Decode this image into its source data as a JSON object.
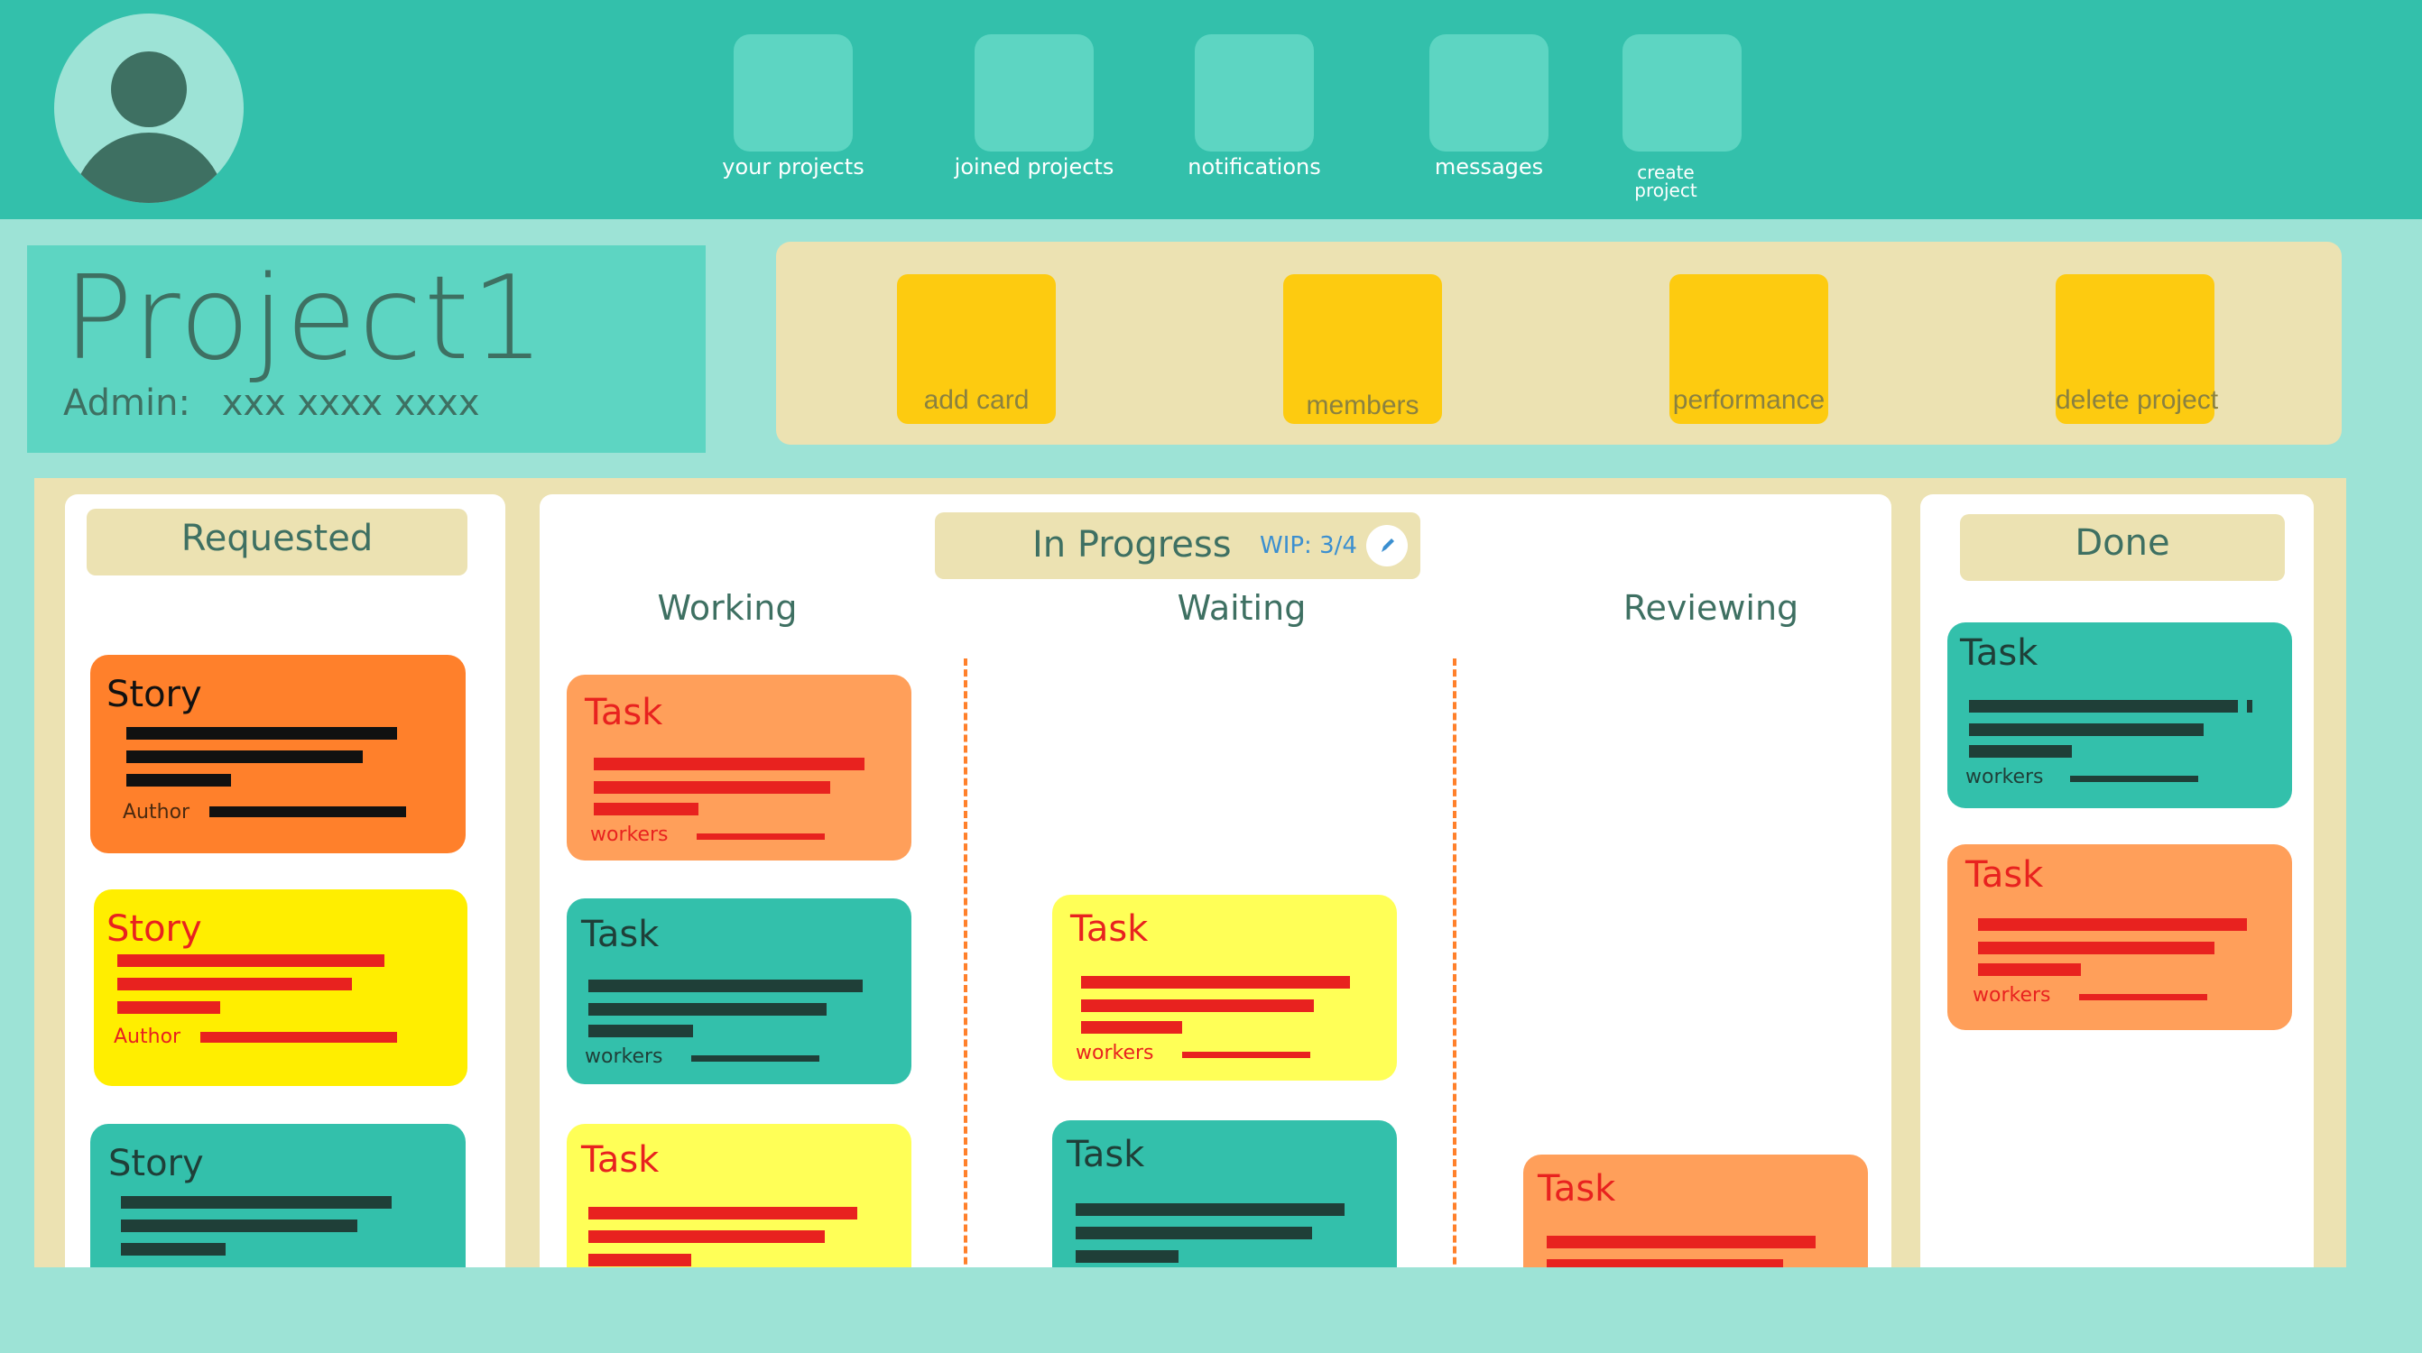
{
  "nav": {
    "items": [
      {
        "label": "your projects"
      },
      {
        "label": "joined projects"
      },
      {
        "label": "notifications"
      },
      {
        "label": "messages"
      },
      {
        "label": "create project"
      }
    ]
  },
  "project": {
    "title": "Project1",
    "admin_label": "Admin:",
    "admin_value": "xxx xxxx xxxx"
  },
  "actions": [
    "add card",
    "members",
    "performance",
    "delete project"
  ],
  "board": {
    "requested": {
      "title": "Requested",
      "cards": [
        {
          "title": "Story",
          "footer_label": "Author",
          "color": "#ff802b"
        },
        {
          "title": "Story",
          "footer_label": "Author",
          "color": "#ffee00"
        },
        {
          "title": "Story",
          "color": "#33c0ab"
        }
      ]
    },
    "in_progress": {
      "title": "In Progress",
      "wip": "WIP: 3/4",
      "sub_columns": {
        "working": {
          "title": "Working",
          "cards": [
            {
              "title": "Task",
              "footer_label": "workers",
              "color": "#ff9f5a"
            },
            {
              "title": "Task",
              "footer_label": "workers",
              "color": "#33c0ab"
            },
            {
              "title": "Task",
              "color": "#ffff57"
            }
          ]
        },
        "waiting": {
          "title": "Waiting",
          "cards": [
            {
              "title": "Task",
              "footer_label": "workers",
              "color": "#ffff57"
            },
            {
              "title": "Task",
              "color": "#33c0ab"
            }
          ]
        },
        "reviewing": {
          "title": "Reviewing",
          "cards": [
            {
              "title": "Task",
              "color": "#ff9f5a"
            }
          ]
        }
      }
    },
    "done": {
      "title": "Done",
      "cards": [
        {
          "title": "Task",
          "footer_label": "workers",
          "color": "#33c0ab"
        },
        {
          "title": "Task",
          "footer_label": "workers",
          "color": "#ff9f5a"
        }
      ]
    }
  },
  "colors": {
    "topbar": "#33c0ab",
    "background": "#9de3d6",
    "action_button": "#fdcb10",
    "panel": "#ece2b2",
    "dark_text": "#3e7062",
    "red_text": "#e8221f"
  }
}
